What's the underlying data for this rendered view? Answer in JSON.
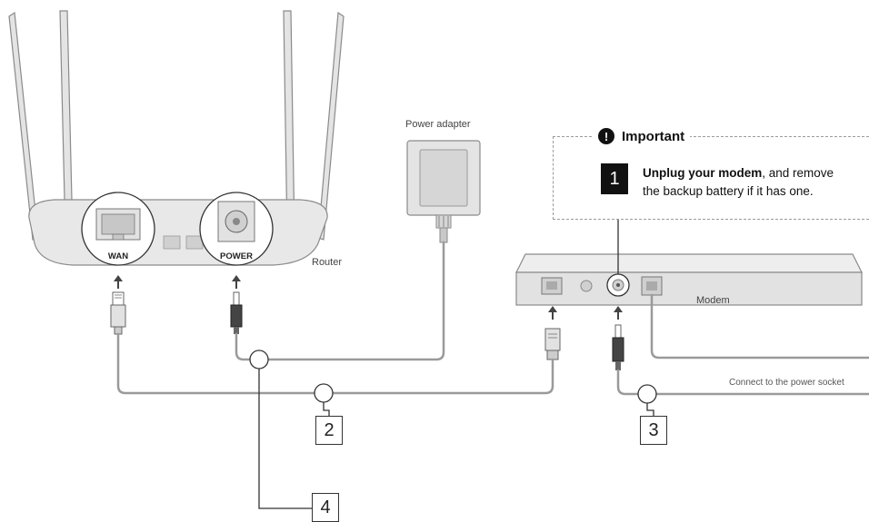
{
  "labels": {
    "power_adapter": "Power adapter",
    "router": "Router",
    "modem": "Modem",
    "power_socket": "Connect to the power socket",
    "wan_port": "WAN",
    "power_port": "POWER"
  },
  "important": {
    "title": "Important",
    "step_number": "1",
    "step_bold": "Unplug your modem",
    "step_rest_line1": ", and remove",
    "step_line2": "the backup battery if it has one."
  },
  "steps": {
    "step2": "2",
    "step3": "3",
    "step4": "4"
  },
  "icons": [
    "exclamation-icon",
    "arrow-up-icon",
    "ethernet-plug-icon",
    "power-plug-icon"
  ],
  "colors": {
    "line": "#9a9a9a",
    "device_body": "#e6e6e6",
    "badge": "#111111"
  }
}
